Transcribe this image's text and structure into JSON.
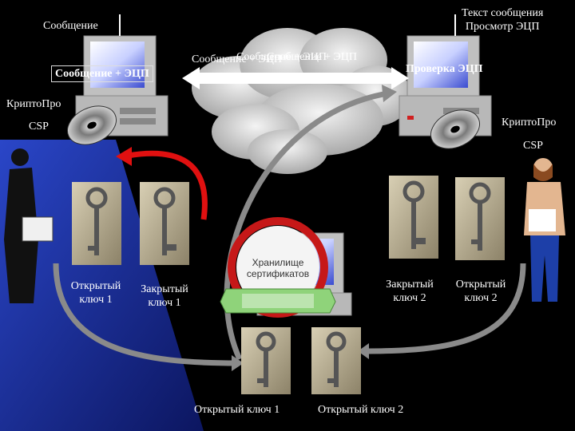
{
  "left": {
    "message_label": "Сообщение",
    "signed_label": "Сообщение + ЭЦП",
    "crypto_label": "КриптоПро",
    "csp_label": "CSP"
  },
  "transfer": {
    "packet_labels": [
      "Сообщение + ЭЦП",
      "Сообщение + ЭЦП",
      "Сообщение + ЭЦП"
    ]
  },
  "right": {
    "text_line1": "Текст сообщения",
    "text_line2": "Просмотр ЭЦП",
    "verify_label": "Проверка ЭЦП",
    "crypto_label": "КриптоПро",
    "csp_label": "CSP"
  },
  "keys": {
    "user1_public_line1": "Открытый",
    "user1_public_line2": "ключ 1",
    "user1_private_line1": "Закрытый",
    "user1_private_line2": "ключ 1",
    "user2_private_line1": "Закрытый",
    "user2_private_line2": "ключ 2",
    "user2_public_line1": "Открытый",
    "user2_public_line2": "ключ 2",
    "store_key1": "Открытый ключ 1",
    "store_key2": "Открытый ключ 2"
  },
  "vault": {
    "line1": "Хранилище",
    "line2": "сертификатов"
  },
  "colors": {
    "background": "#000000",
    "blue_panel": "#1a2f9a",
    "red_arrow": "#e01010",
    "gray_arrow": "#8a8a8a",
    "vault_ring": "#c61818",
    "banner": "#8fd37a"
  }
}
